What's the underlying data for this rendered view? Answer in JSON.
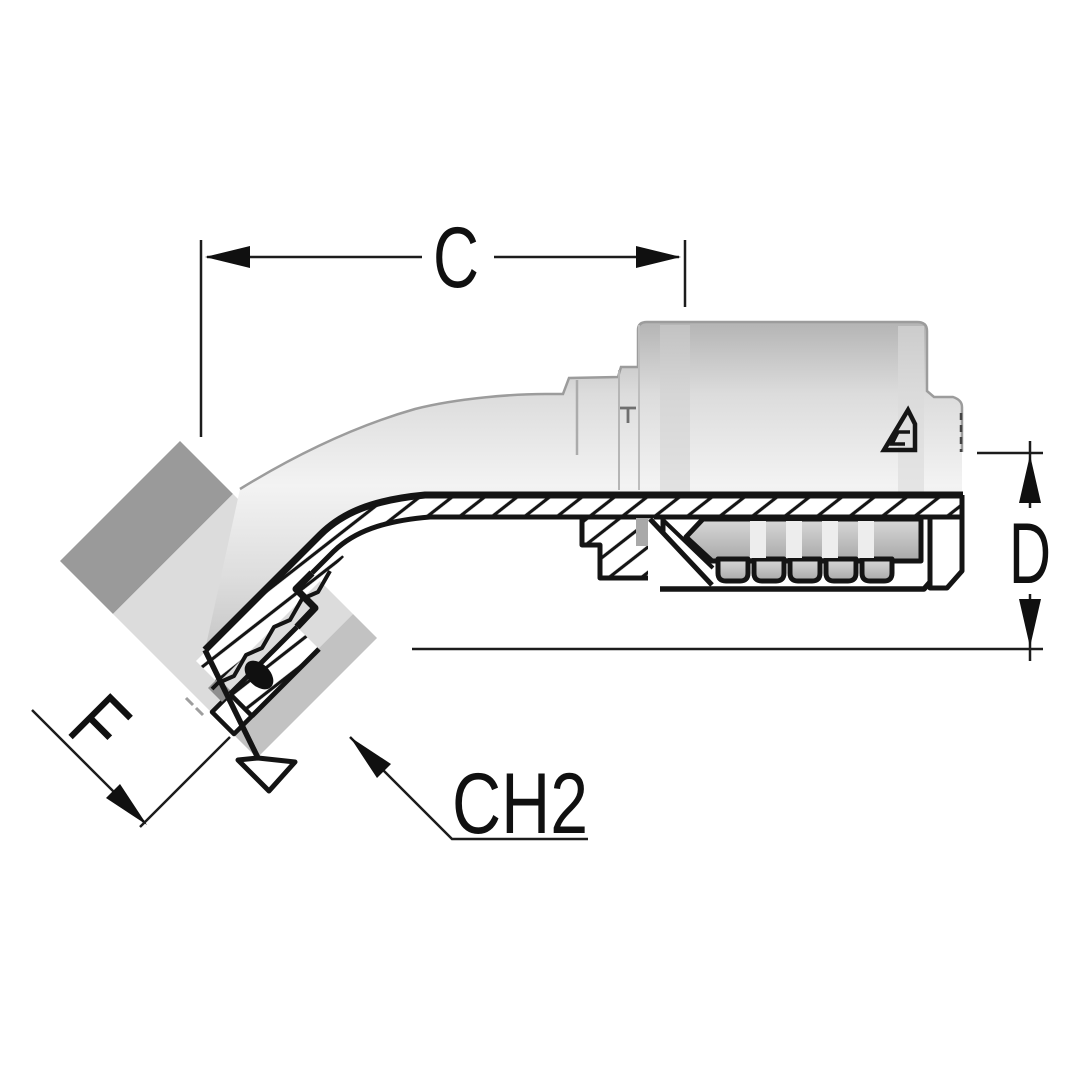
{
  "drawing": {
    "title": "45-degree elbow hose fitting, half-section technical drawing",
    "dimension_labels": {
      "length": "C",
      "diameter": "D",
      "thread": "F",
      "hex": "CH2"
    },
    "icons": {
      "logo": "brand-mark-icon"
    },
    "colors": {
      "background": "#ffffff",
      "line": "#141414",
      "metal_light": "#f3f3f3",
      "metal_mid": "#cdcdcd",
      "metal_dark": "#9a9a9a"
    }
  }
}
